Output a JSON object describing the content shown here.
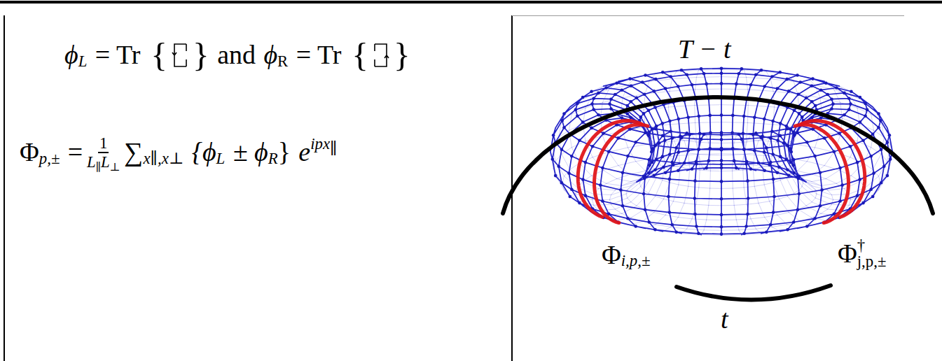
{
  "diagram": {
    "labels": [
      "ϕ",
      "L",
      "= Tr",
      "{",
      "}",
      "and",
      "ϕ",
      "R",
      "= Tr",
      "{",
      "}",
      "Φ",
      "p,±",
      "=",
      "1",
      "L",
      "∥",
      "L",
      "⊥",
      "∑",
      "x∥,x⊥",
      "{ϕ",
      "L",
      "± ϕ",
      "R",
      "}",
      "e",
      "ipx",
      "∥",
      "T − t",
      "t",
      "Φ",
      "i,p,±",
      "Φ",
      "†",
      "j,p,±"
    ]
  }
}
